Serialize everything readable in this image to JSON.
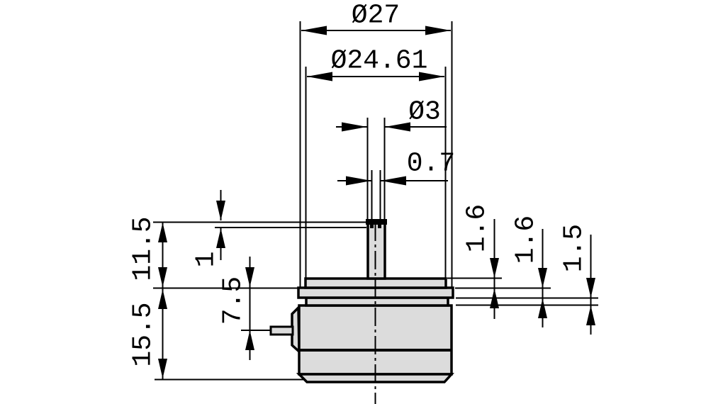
{
  "drawing": {
    "type": "technical-dimension-drawing",
    "view": "side-profile",
    "background_color": "#ffffff",
    "line_color": "#000000",
    "part_fill_color": "#dcdcdc",
    "labels": {
      "outer_diameter": "Ø27",
      "mounting_flange_diameter": "Ø24.61",
      "shaft_diameter": "Ø3",
      "slot_width": "0.7",
      "shaft_height": "11.5",
      "body_height": "15.5",
      "slot_depth": "1",
      "terminal_offset": "7.5",
      "top_plate_thickness": "1.6",
      "flange_thickness": "1.6",
      "ring_thickness": "1.5"
    }
  }
}
